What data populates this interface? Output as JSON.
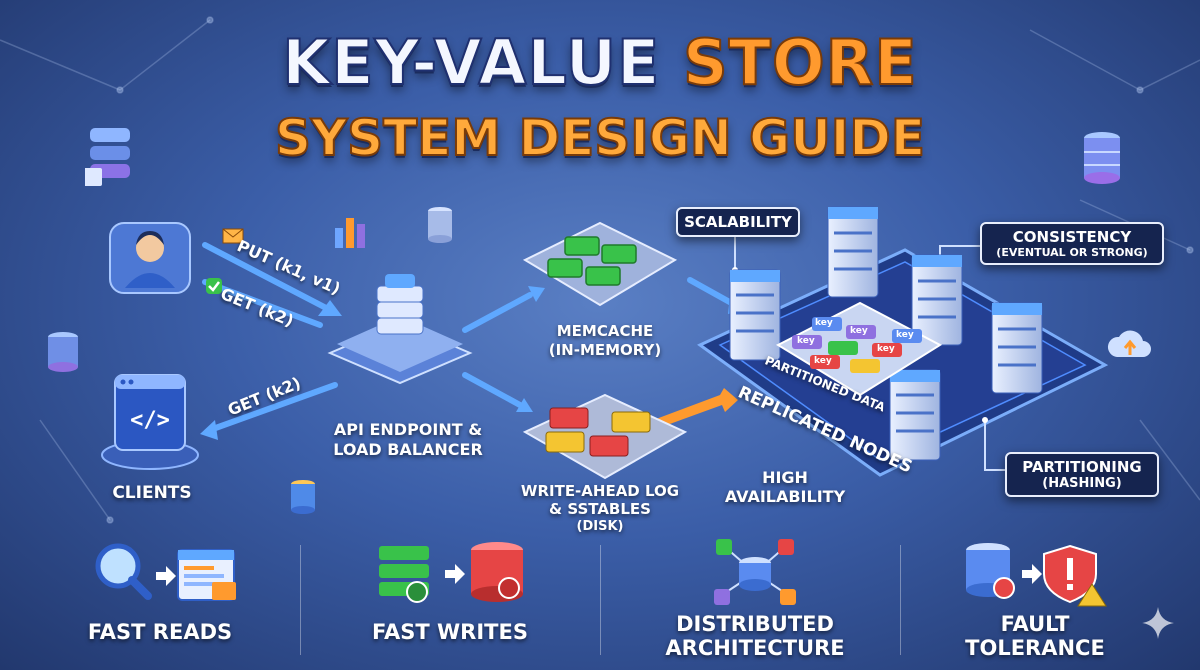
{
  "title": {
    "line1_part1": "KEY-VALUE",
    "line1_part2": "STORE",
    "line2": "SYSTEM DESIGN GUIDE"
  },
  "flow": {
    "put_label": "PUT (k1, v1)",
    "get_label_1": "GET (k2)",
    "get_label_2": "GET (k2)"
  },
  "components": {
    "clients": "CLIENTS",
    "api": [
      "API ENDPOINT &",
      "LOAD BALANCER"
    ],
    "memcache": [
      "MEMCACHE",
      "(IN-MEMORY)"
    ],
    "wal": [
      "WRITE-AHEAD LOG",
      "& SSTABLES",
      "(DISK)"
    ],
    "high_availability": [
      "HIGH",
      "AVAILABILITY"
    ],
    "replicated_nodes": "REPLICATED NODES",
    "partitioned_data": "PARTITIONED DATA"
  },
  "badges": {
    "scalability": "SCALABILITY",
    "consistency": "CONSISTENCY",
    "consistency_sub": "(EVENTUAL OR STRONG)",
    "partitioning": "PARTITIONING",
    "partitioning_sub": "(HASHING)"
  },
  "key_chip_text": "key",
  "features": [
    {
      "label": "FAST READS",
      "icon": "magnifier-icon"
    },
    {
      "label": "FAST WRITES",
      "icon": "server-write-icon"
    },
    {
      "label": "DISTRIBUTED ARCHITECTURE",
      "icon": "network-icon"
    },
    {
      "label": "FAULT TOLERANCE",
      "icon": "shield-warning-icon"
    }
  ],
  "features_split": {
    "distributed": [
      "DISTRIBUTED",
      "ARCHITECTURE"
    ],
    "fault": [
      "FAULT",
      "TOLERANCE"
    ]
  },
  "colors": {
    "accent_orange": "#ff9a2e",
    "memory_green": "#39c24a",
    "disk_red": "#e64545",
    "disk_yellow": "#f4c531",
    "node_blue": "#5a8bf0"
  }
}
